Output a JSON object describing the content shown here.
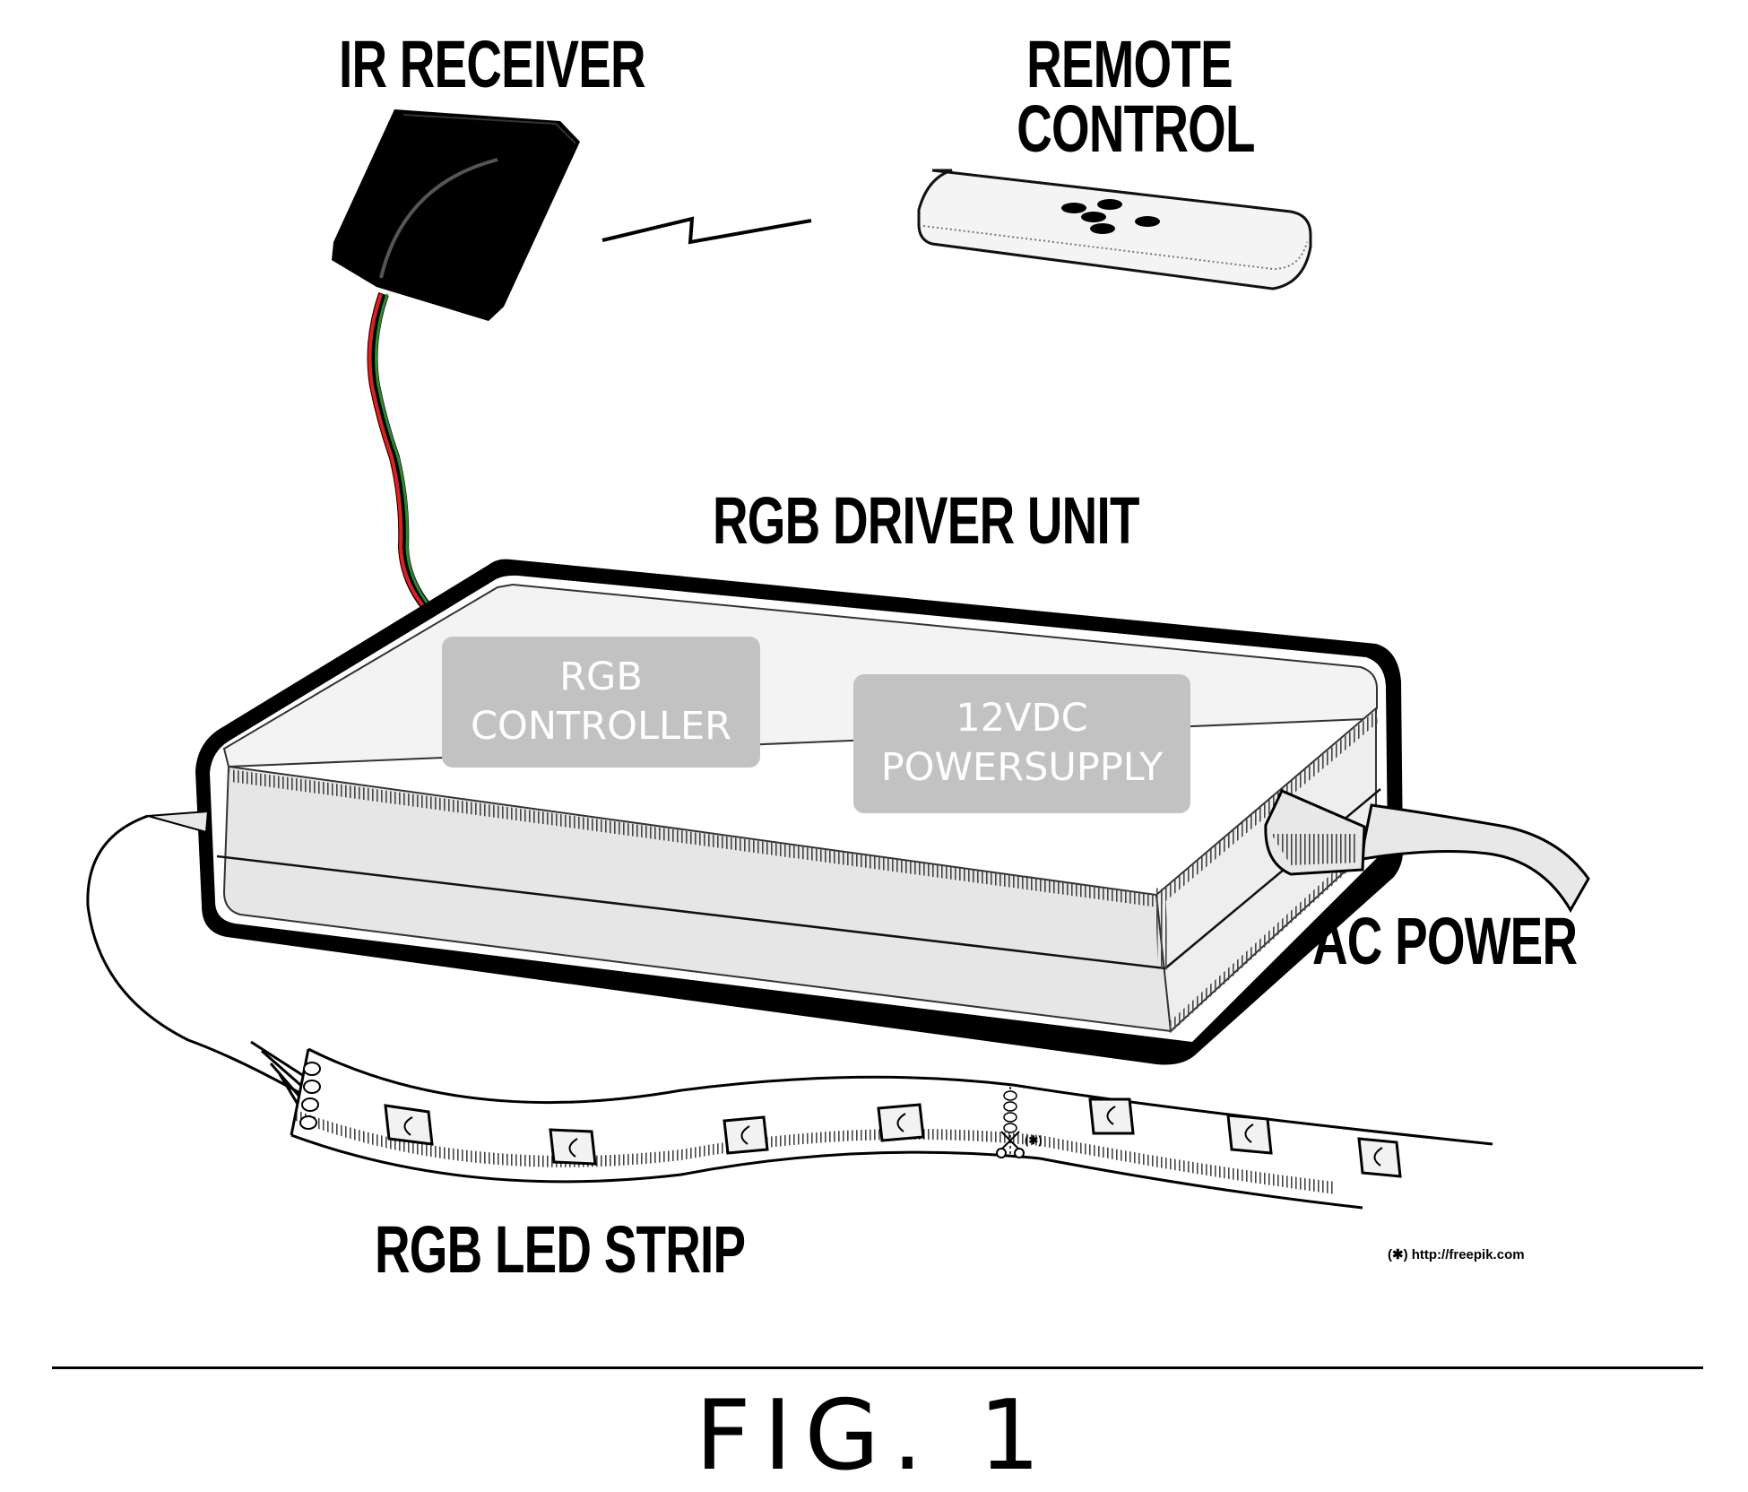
{
  "labels": {
    "ir_receiver": "IR RECEIVER",
    "remote_control_line1": "REMOTE",
    "remote_control_line2": "CONTROL",
    "rgb_driver_unit": "RGB DRIVER UNIT",
    "rgb_controller_line1": "RGB",
    "rgb_controller_line2": "CONTROLLER",
    "power_supply_line1": "12VDC",
    "power_supply_line2": "POWERSUPPLY",
    "ac_power": "AC POWER",
    "rgb_led_strip": "RGB LED STRIP",
    "cut_mark": "(✱)",
    "credit": "(✱) http://freepik.com",
    "figure_caption": "FIG. 1"
  },
  "colors": {
    "ink": "#000000",
    "driver_body": "#e6e6e6",
    "driver_top": "#f2f2f2",
    "inner_panel": "#c2c2c2",
    "inner_panel_text": "#ffffff",
    "wire_red": "#e02020",
    "wire_green": "#2a8a2a",
    "cable": "#e8e8e8"
  }
}
